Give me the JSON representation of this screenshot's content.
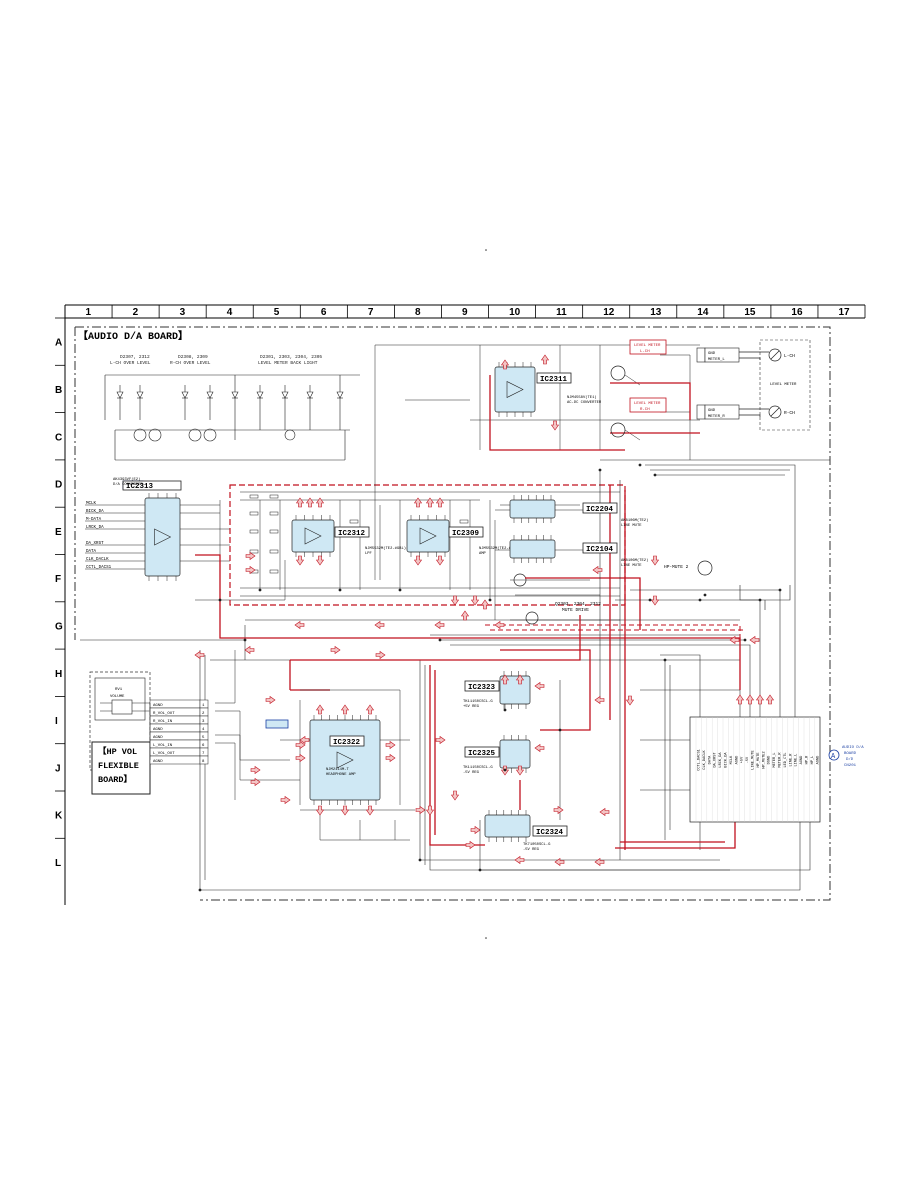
{
  "board": {
    "title": "【AUDIO D/A BOARD】",
    "columns": [
      "1",
      "2",
      "3",
      "4",
      "5",
      "6",
      "7",
      "8",
      "9",
      "10",
      "11",
      "12",
      "13",
      "14",
      "15",
      "16",
      "17"
    ],
    "rows": [
      "A",
      "B",
      "C",
      "D",
      "E",
      "F",
      "G",
      "H",
      "I",
      "J",
      "K",
      "L"
    ]
  },
  "ics": [
    {
      "id": "IC2313",
      "desc_1": "AK4393VF(E2)",
      "desc_2": "D/A CONVERTER"
    },
    {
      "id": "IC2312",
      "desc_1": "NJM5532M(TE2-#GBL)",
      "desc_2": "LPF"
    },
    {
      "id": "IC2309",
      "desc_1": "NJM5532M(TE2-#GBL)",
      "desc_2": "AMP"
    },
    {
      "id": "IC2311",
      "desc_1": "NJM4558V(TE1)",
      "desc_2": "AC-DC CONVERTER"
    },
    {
      "id": "IC2204",
      "desc_1": "AK8106M(TE2)",
      "desc_2": "LINE MUTE"
    },
    {
      "id": "IC2104",
      "desc_1": "AK8106M(TE2)",
      "desc_2": "LINE MUTE"
    },
    {
      "id": "IC2322",
      "desc_1": "NJM2114M-T",
      "desc_2": "HEADPHONE AMP"
    },
    {
      "id": "IC2323",
      "desc_1": "TK11150CSCL-G",
      "desc_2": "+5V REG"
    },
    {
      "id": "IC2325",
      "desc_1": "TK11150CSCL-G",
      "desc_2": "-5V REG"
    },
    {
      "id": "IC2324",
      "desc_1": "TK71050SCL-G",
      "desc_2": "-5V REG"
    }
  ],
  "labels": {
    "led_over_l": "D2307, 2312",
    "led_over_l_sub": "L-CH OVER LEVEL",
    "led_over_r": "D2308, 2309",
    "led_over_r_sub": "R-CH OVER LEVEL",
    "led_back": "D2301, 2303, 2304, 2305",
    "led_back_sub": "LEVEL METER BACK LIGHT",
    "mute_drive": "Q2303, 2304, 2312",
    "mute_drive_sub": "MUTE DRIVE",
    "hp_mute": "HP-MUTE 2",
    "level_meter": "LEVEL METER",
    "meter_l": "METER_L",
    "meter_r": "METER_R",
    "meter_l_gnd": "GND",
    "meter_r_gnd": "GND",
    "meter_l_sym": "L-CH",
    "meter_r_sym": "R-CH",
    "level_meter_l_box": "LEVEL METER\nL-CH",
    "level_meter_r_box": "LEVEL METER\nR-CH",
    "conn_a_title": "AUDIO D/A\nBOARD\nD/D\nCN201",
    "conn_a_letter": "A",
    "hp_board": "HP VOL\nFLEXIBLE\nBOARD",
    "hp_volume": "VOLUME",
    "hp_volume_part": "RV1"
  },
  "dac_pins_left": [
    "MCLK",
    "BICK_DA",
    "M-DATA",
    "LRCK_DA",
    "DA_XRST",
    "DATA",
    "CLK_DACLK",
    "CCTL_DACS1"
  ],
  "hp_connector_rows": [
    {
      "pin": "1",
      "name": "AGND"
    },
    {
      "pin": "2",
      "name": "R_VOL_OUT"
    },
    {
      "pin": "3",
      "name": "R_VOL_IN"
    },
    {
      "pin": "4",
      "name": "AGND"
    },
    {
      "pin": "5",
      "name": "AGND"
    },
    {
      "pin": "6",
      "name": "L_VOL_IN"
    },
    {
      "pin": "7",
      "name": "L_VOL_OUT"
    },
    {
      "pin": "8",
      "name": "AGND"
    }
  ],
  "connector_signals": [
    "CCTL_DACS1",
    "CLK_DACLK",
    "DATA",
    "DA_XRST",
    "LRCK_DA",
    "BICK_DA",
    "MCLK",
    "AGND",
    "+5V",
    "-5V",
    "LINE_MUTE",
    "HP_MUTE",
    "HP_MUTE2",
    "DGND",
    "METER_L",
    "METER_R",
    "LED_CTL",
    "LINE_R",
    "LINE_L",
    "AGND",
    "HP_R",
    "HP_L",
    "AGND"
  ],
  "colors": {
    "ink": "#222222",
    "signal": "#c1121f",
    "ic_fill": "#cfe8f4",
    "arrow_fill": "#f3c5c5",
    "level_box": "#c1121f"
  }
}
